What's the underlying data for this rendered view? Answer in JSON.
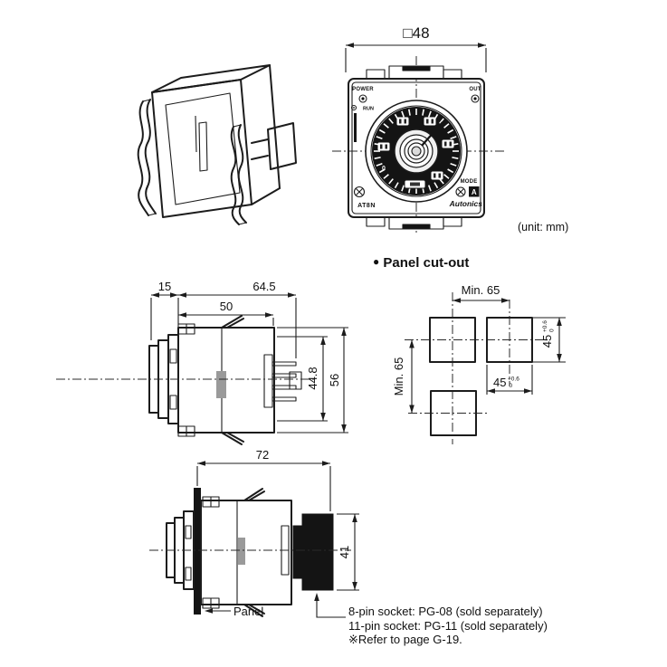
{
  "unit_note": "(unit: mm)",
  "front_view": {
    "dim_width": "□48",
    "power_label": "POWER",
    "run_label": "RUN",
    "out_label": "OUT",
    "mode_label": "MODE",
    "mode_flag": "A",
    "model": "AT8N",
    "brand": "Autonics",
    "dial_zero": "0"
  },
  "side_view": {
    "front_depth": "15",
    "body_length": "64.5",
    "inner_length": "50",
    "pin_section_height": "44.8",
    "total_height": "56"
  },
  "panel_cutout": {
    "bullet": "●",
    "title": "Panel cut-out",
    "h_spacing": "Min. 65",
    "v_spacing": "Min. 65",
    "cutout_width": "45",
    "cutout_height": "45",
    "tol_upper": "+0.6",
    "tol_lower": "0"
  },
  "mounted_view": {
    "total_depth": "72",
    "socket_height": "41",
    "panel_label": "Panel",
    "note_8pin": "8-pin socket: PG-08 (sold separately)",
    "note_11pin": "11-pin socket: PG-11 (sold separately)",
    "note_refer": "※Refer to page G-19."
  }
}
